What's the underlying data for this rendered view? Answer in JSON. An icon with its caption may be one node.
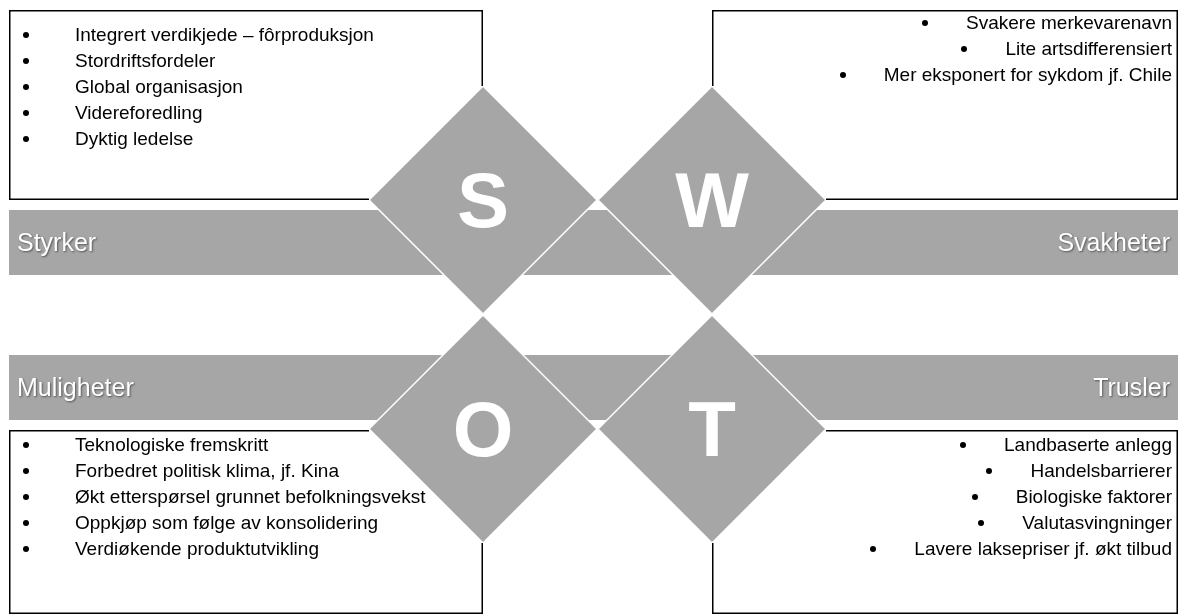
{
  "diagram": {
    "nodes": [
      {
        "text": [
          "Integrert verdikjede – fôrproduksjon",
          "Stordriftsfordeler",
          "Global organisasjon",
          "Videreforedling",
          "Dyktig ledelse"
        ]
      },
      {
        "text": [
          "Svakere merkevarenavn",
          "Lite artsdifferensiert",
          "Mer eksponert for sykdom jf. Chile"
        ]
      },
      {
        "text": [
          "Styrker"
        ]
      },
      {
        "text": [
          "Svakheter"
        ]
      },
      {
        "text": [
          "S"
        ]
      },
      {
        "text": [
          "W"
        ]
      },
      {
        "text": [
          "Muligheter"
        ]
      },
      {
        "text": [
          "Trusler"
        ]
      },
      {
        "text": [
          "O"
        ]
      },
      {
        "text": [
          "T"
        ]
      },
      {
        "text": [
          "Teknologiske fremskritt",
          "Forbedret politisk klima, jf. Kina",
          "Økt etterspørsel grunnet befolkningsvekst",
          "Oppkjøp som følge av konsolidering",
          "Verdiøkende produktutvikling"
        ]
      },
      {
        "text": [
          "Landbaserte anlegg",
          "Handelsbarrierer",
          "Biologiske faktorer",
          "Valutasvingninger",
          "Lavere laksepriser jf. økt tilbud"
        ]
      }
    ],
    "edges": []
  }
}
